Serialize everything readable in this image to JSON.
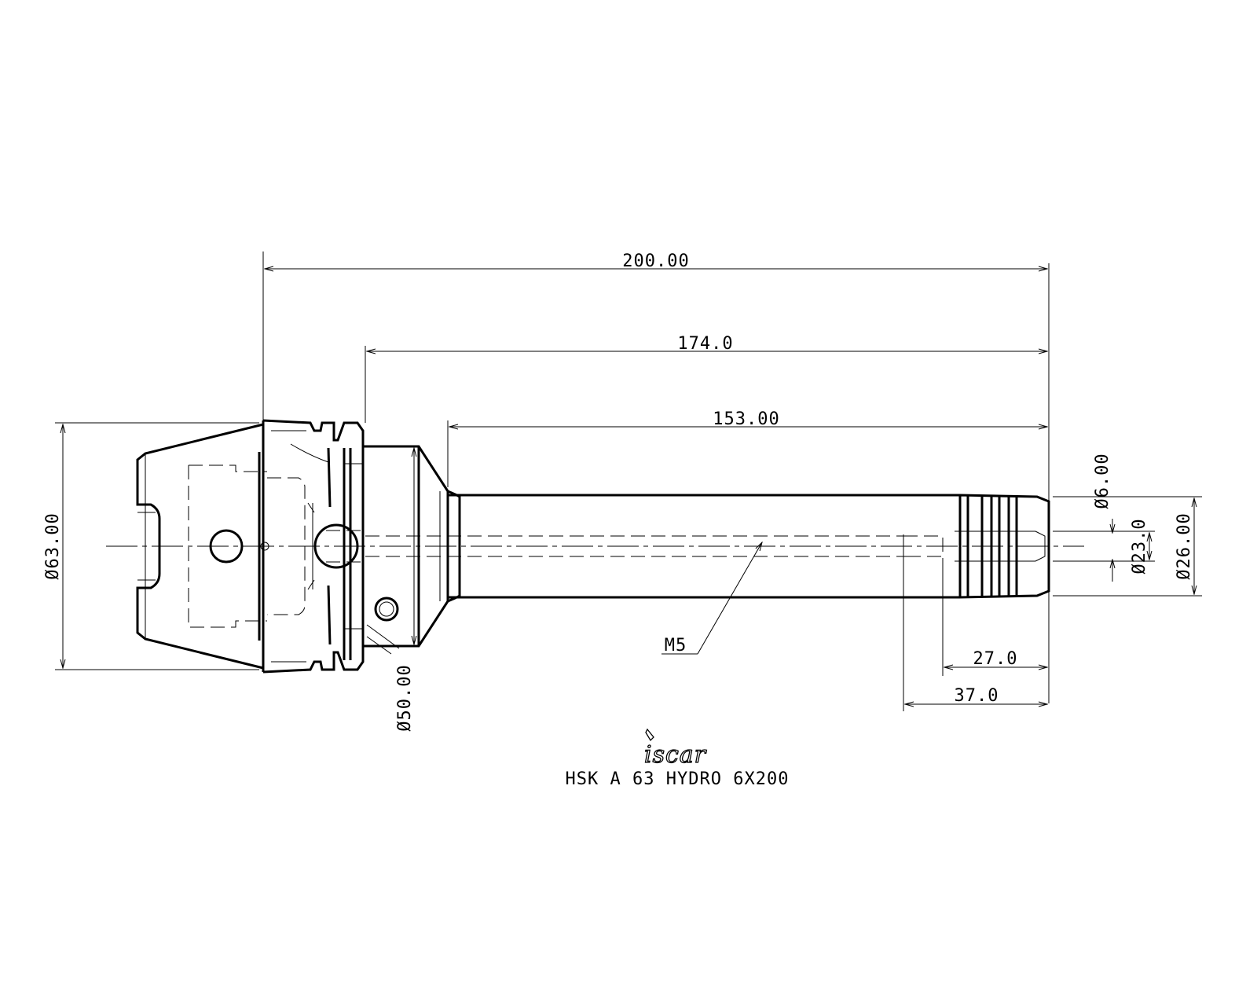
{
  "dimensions": {
    "overall_length": "200.00",
    "gauge_length": "174.0",
    "shank_length": "153.00",
    "flange_diameter": "Ø63.00",
    "body_diameter": "Ø50.00",
    "bore_diameter": "Ø6.00",
    "nose_diameter": "Ø23.0",
    "shank_diameter": "Ø26.00",
    "clamp_length": "27.0",
    "min_clamp_length": "37.0",
    "thread_callout": "M5"
  },
  "brand": {
    "logo": "iscar",
    "logo_icon": "iscar-logo-icon"
  },
  "caption": "HSK A 63 HYDRO 6X200"
}
